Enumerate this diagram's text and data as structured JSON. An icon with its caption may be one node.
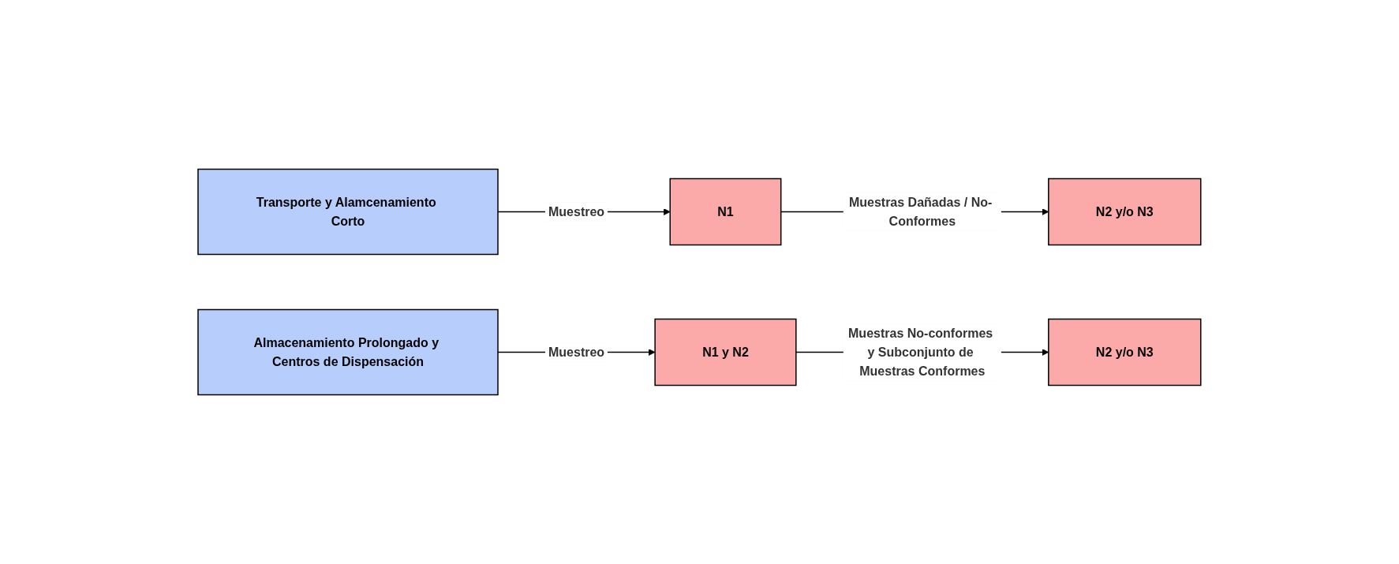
{
  "diagram": {
    "nodes": [
      {
        "text": [
          "Transporte y Alamcenamiento Corto"
        ]
      },
      {
        "text": [
          "N1"
        ]
      },
      {
        "text": [
          "N2 y/o N3"
        ]
      },
      {
        "text": [
          "Almacenamiento Prolongado y Centros de Dispensación"
        ]
      },
      {
        "text": [
          "N1 y N2"
        ]
      },
      {
        "text": [
          "N2 y/o N3"
        ]
      }
    ],
    "edges": [
      {
        "from": 0,
        "to": 1,
        "arrow": "to",
        "label": "Muestreo"
      },
      {
        "from": 1,
        "to": 2,
        "arrow": "to",
        "label": "Muestras Dañadas / No- Conformes"
      },
      {
        "from": 3,
        "to": 4,
        "arrow": "to",
        "label": "Muestreo"
      },
      {
        "from": 4,
        "to": 5,
        "arrow": "to",
        "label": "Muestras No-conformes y Subconjunto de Muestras Conformes"
      }
    ]
  }
}
